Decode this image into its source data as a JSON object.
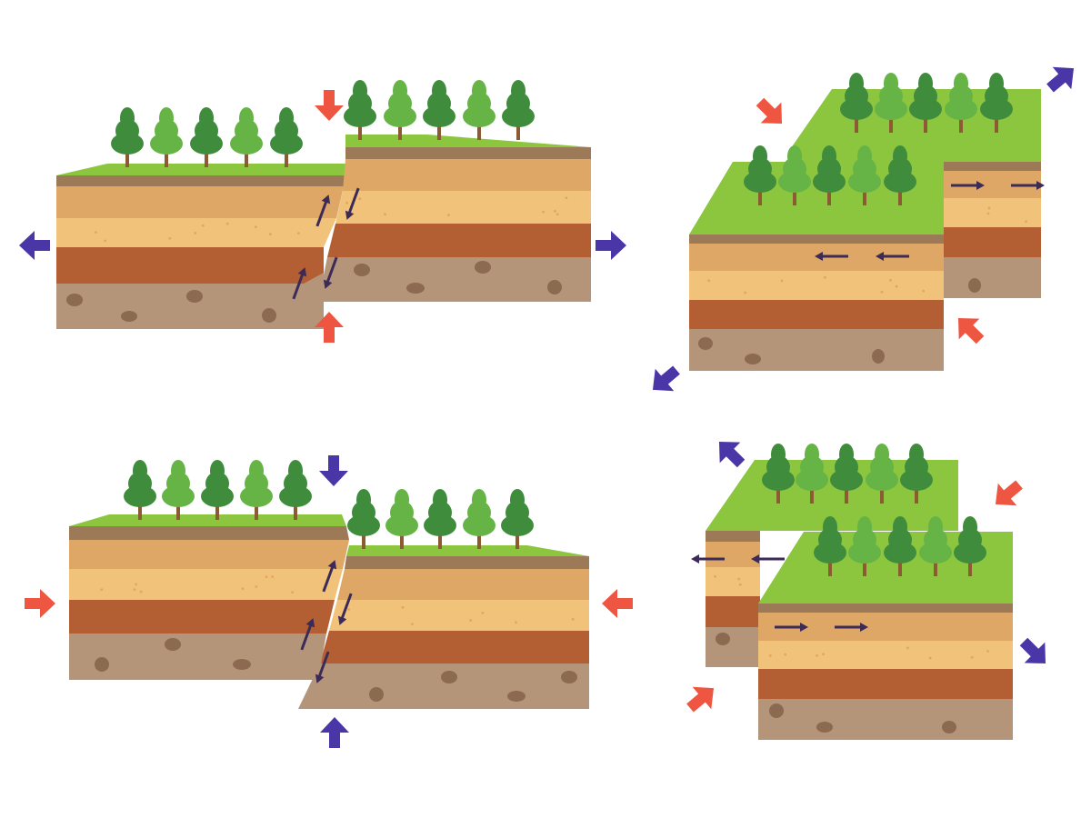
{
  "panels": [
    {
      "id": "normal-fault",
      "motion": "tension"
    },
    {
      "id": "strike-slip-fault-right-lateral",
      "motion": "shear"
    },
    {
      "id": "reverse-fault",
      "motion": "compression"
    },
    {
      "id": "strike-slip-fault-left-lateral",
      "motion": "shear"
    }
  ],
  "colors": {
    "background": "#ffffff",
    "grass_top": "#8cc63f",
    "grass_side": "#7ab535",
    "topsoil_band": "#9c7a58",
    "layer_sand_dark": "#dea766",
    "layer_sand_light": "#f1c27a",
    "layer_clay": "#b45f33",
    "layer_bedrock": "#b5957a",
    "rock": "#8c6a52",
    "dots": "#e2a661",
    "tree_dark": "#3f8c3c",
    "tree_light": "#66b446",
    "trunk": "#8c5a33",
    "arrow_red": "#ee5642",
    "arrow_blue": "#4b36a8",
    "slip_arrow": "#3c2a57"
  },
  "icons": [
    "tree-icon",
    "force-arrow-icon",
    "slip-arrow-icon",
    "rock-icon"
  ]
}
